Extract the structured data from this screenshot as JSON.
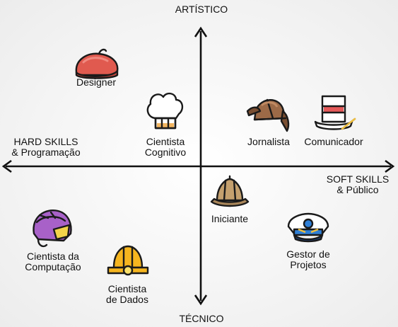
{
  "axes": {
    "top": "ARTÍSTICO",
    "bottom": "TÉCNICO",
    "left": [
      "HARD SKILLS",
      "& Programação"
    ],
    "right": [
      "SOFT SKILLS",
      "& Público"
    ]
  },
  "roles": {
    "designer": [
      "Designer"
    ],
    "cientista_cognitivo": [
      "Cientista",
      "Cognitivo"
    ],
    "jornalista": [
      "Jornalista"
    ],
    "comunicador": [
      "Comunicador"
    ],
    "iniciante": [
      "Iniciante"
    ],
    "gestor": [
      "Gestor de",
      "Projetos"
    ],
    "cientista_computacao": [
      "Cientista da",
      "Computação"
    ],
    "cientista_dados": [
      "Cientista",
      "de Dados"
    ]
  },
  "icons": {
    "designer": "beret-icon",
    "cientista_cognitivo": "chef-hat-icon",
    "jornalista": "deerstalker-hat-icon",
    "comunicador": "top-hat-icon",
    "iniciante": "pith-helmet-icon",
    "gestor": "captain-hat-icon",
    "cientista_computacao": "bike-helmet-icon",
    "cientista_dados": "hard-hat-icon"
  }
}
